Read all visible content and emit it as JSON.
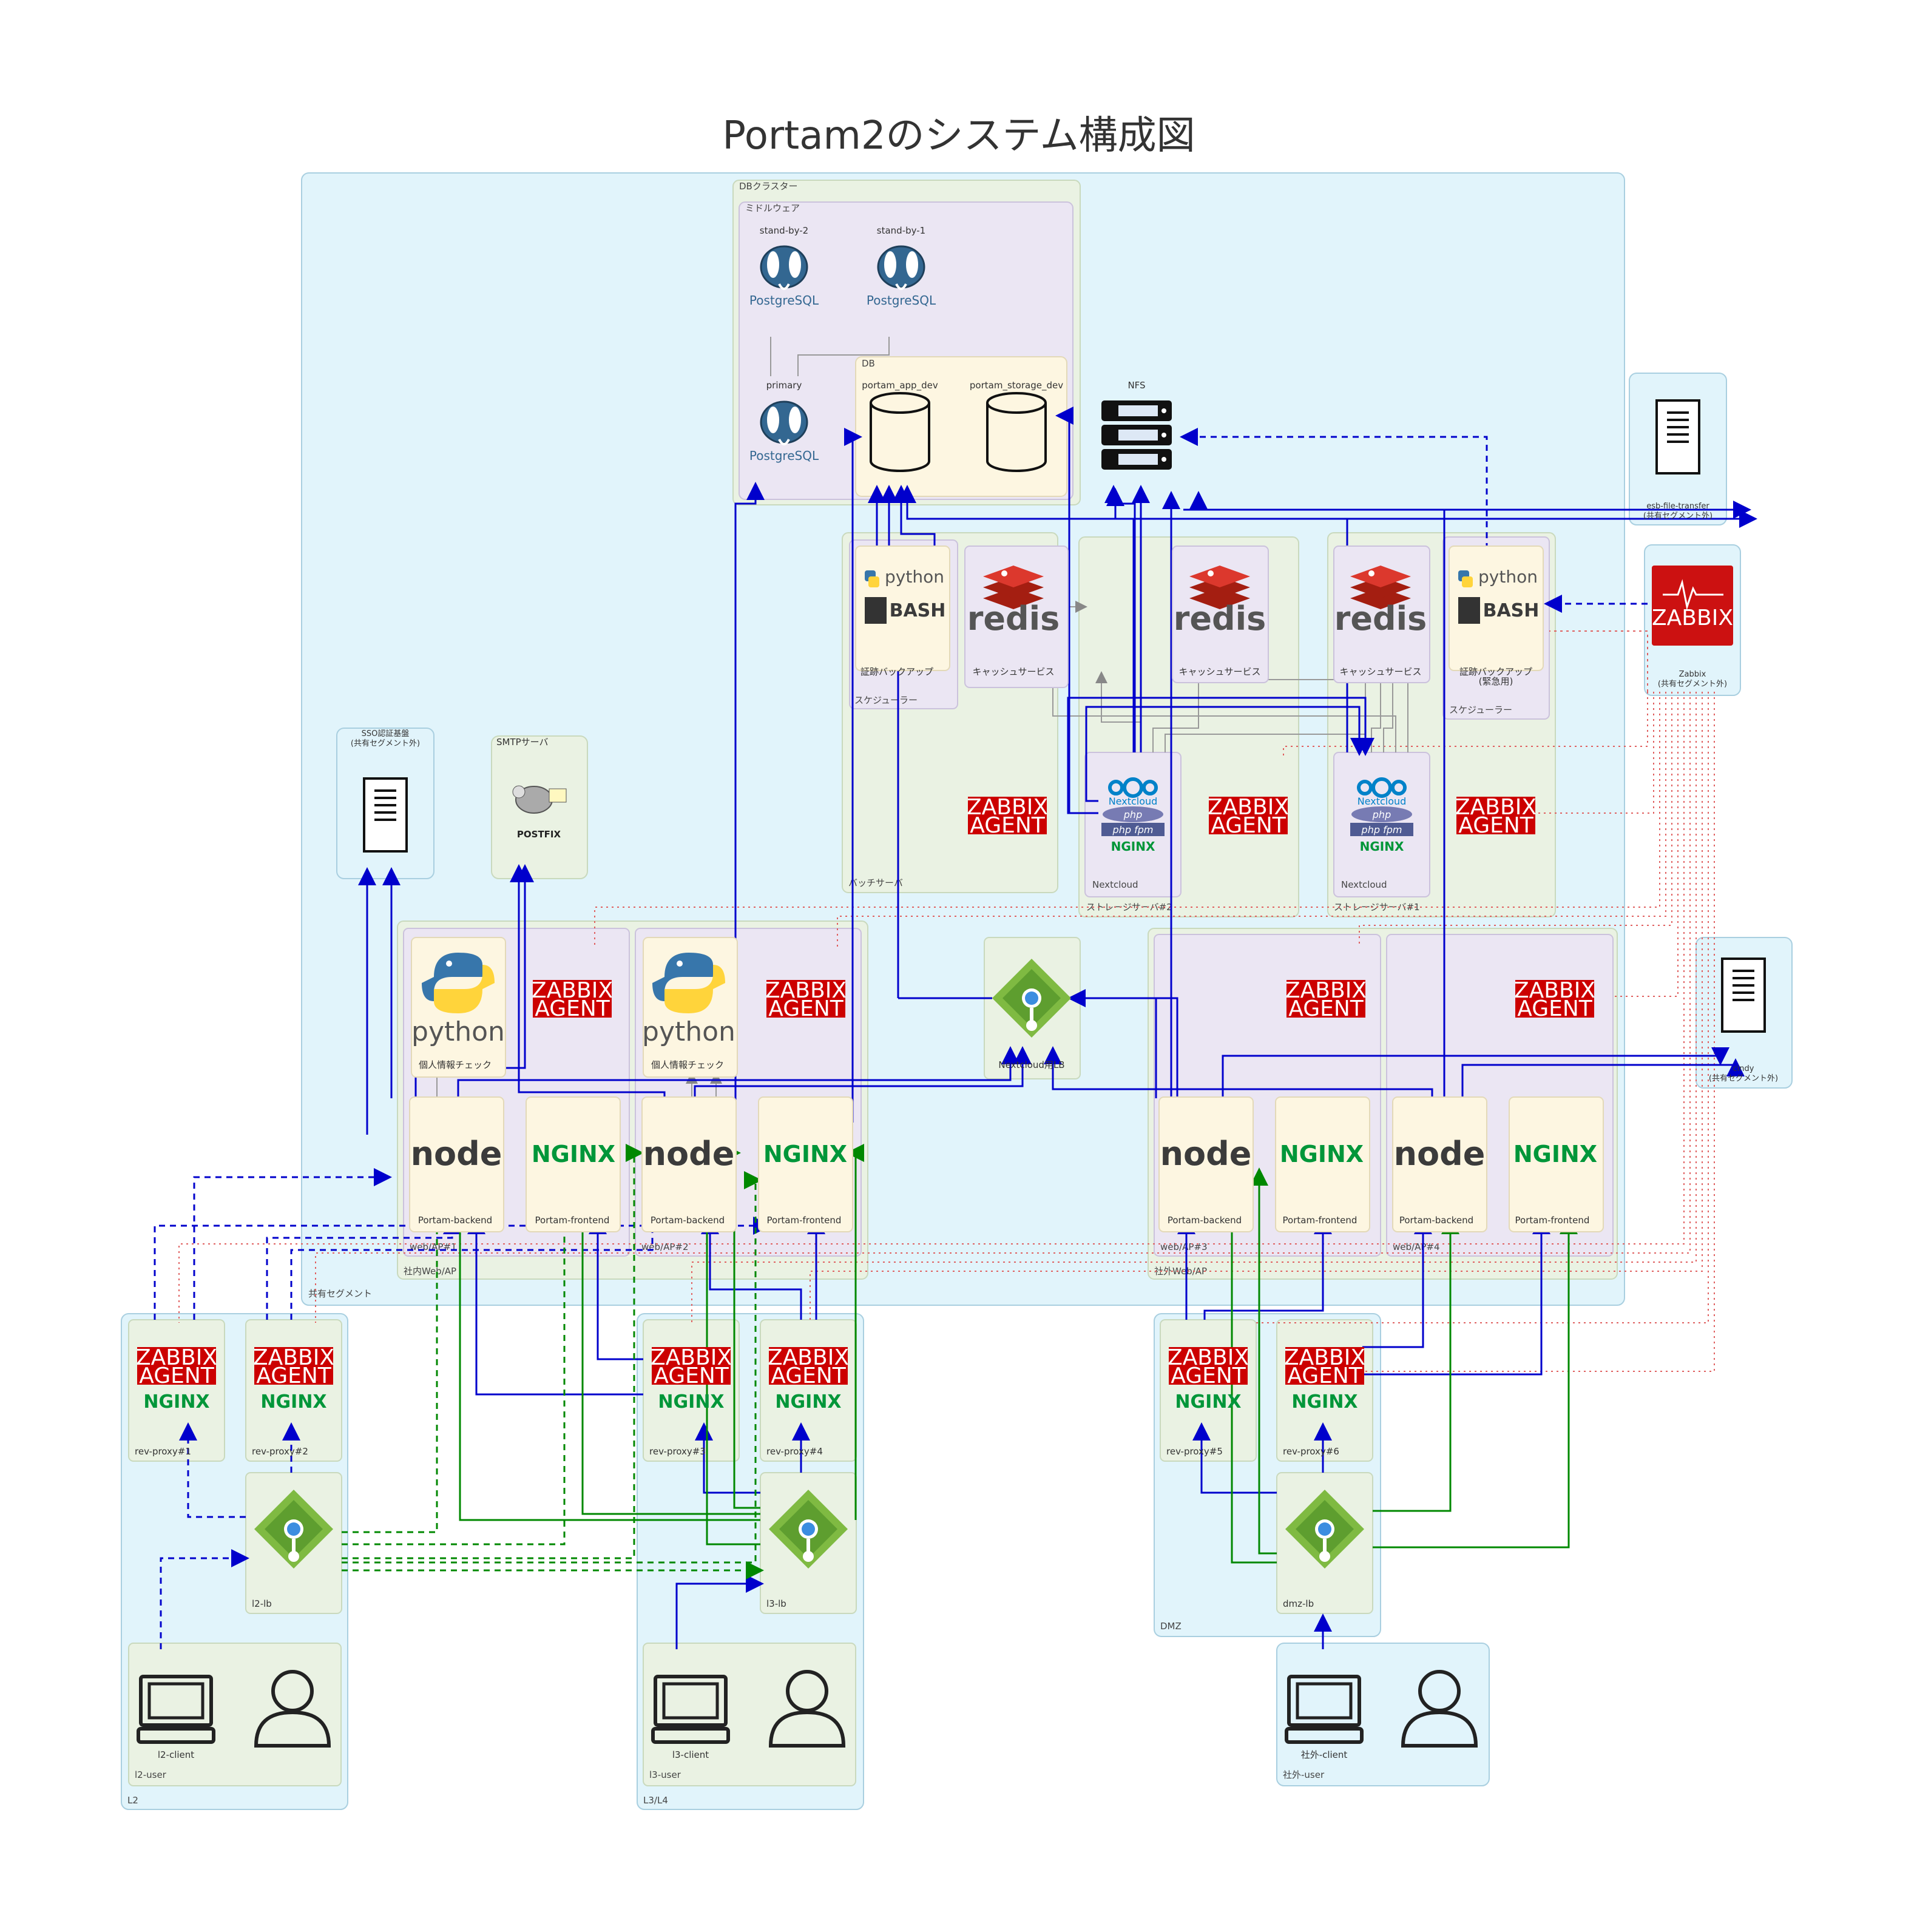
{
  "title": "Portam2のシステム構成図",
  "colors": {
    "shared_segment_bg": "#e1f4fb",
    "group_green": "#eaf2e3",
    "group_purple": "#ebe6f3",
    "node_yellow": "#fdf6e1",
    "zabbix_red": "#cc0000",
    "nginx_green": "#009639",
    "arrow_blue": "#0000cc",
    "arrow_green": "#008800",
    "dotted_red": "#e06060"
  },
  "groups": {
    "shared_segment": "共有セグメント",
    "db_cluster": "DBクラスター",
    "middleware": "ミドルウェア",
    "db": "DB",
    "batch_server": "バッチサーバ",
    "scheduler": "スケジューラー",
    "scheduler2": "スケジューラー",
    "storage2": "ストレージサーバ#2",
    "storage1": "ストレージサーバ#1",
    "nextcloud_a": "Nextcloud",
    "nextcloud_b": "Nextcloud",
    "internal_webap": "社内Web/AP",
    "external_webap": "社外Web/AP",
    "webap1": "web/AP#1",
    "webap2": "web/AP#2",
    "webap3": "web/AP#3",
    "webap4": "web/AP#4",
    "l2": "L2",
    "l3l4": "L3/L4",
    "dmz": "DMZ",
    "l2_user": "l2-user",
    "l3_user": "l3-user",
    "ext_user": "社外-user"
  },
  "nodes": {
    "standby2": "stand-by-2",
    "standby1": "stand-by-1",
    "primary": "primary",
    "postgres_label": "PostgreSQL",
    "db_app": "portam_app_dev",
    "db_storage": "portam_storage_dev",
    "nfs": "NFS",
    "esb": "esb-file-transfer\n(共有セグメント外)",
    "zabbix_server": "Zabbix\n(共有セグメント外)",
    "zabbix_logo": "ZABBIX",
    "cindy": "cindy\n(共有セグメント外)",
    "sso": "SSO認証基盤\n(共有セグメント外)",
    "smtp": "SMTPサーバ",
    "postfix": "POSTFIX",
    "evidence_backup": "証跡バックアップ",
    "evidence_backup_emg": "証跡バックアップ\n(緊急用)",
    "cache_service": "キャッシュサービス",
    "python_logo": "python",
    "bash_logo": "BASH",
    "redis_logo": "redis",
    "zabbix_agent_1": "ZABBIX",
    "zabbix_agent_2": "AGENT",
    "pii_check": "個人情報チェック",
    "nextcloud_lb": "Nextcloud用LB",
    "portam_backend": "Portam-backend",
    "portam_frontend": "Portam-frontend",
    "node_logo": "node",
    "nginx_logo": "NGINX",
    "nextcloud_logo": "Nextcloud",
    "php_logo": "php",
    "phpfpm_logo": "php fpm",
    "rev1": "rev-proxy#1",
    "rev2": "rev-proxy#2",
    "rev3": "rev-proxy#3",
    "rev4": "rev-proxy#4",
    "rev5": "rev-proxy#5",
    "rev6": "rev-proxy#6",
    "l2lb": "l2-lb",
    "l3lb": "l3-lb",
    "dmzlb": "dmz-lb",
    "l2client": "l2-client",
    "l3client": "l3-client",
    "extclient": "社外-client"
  }
}
